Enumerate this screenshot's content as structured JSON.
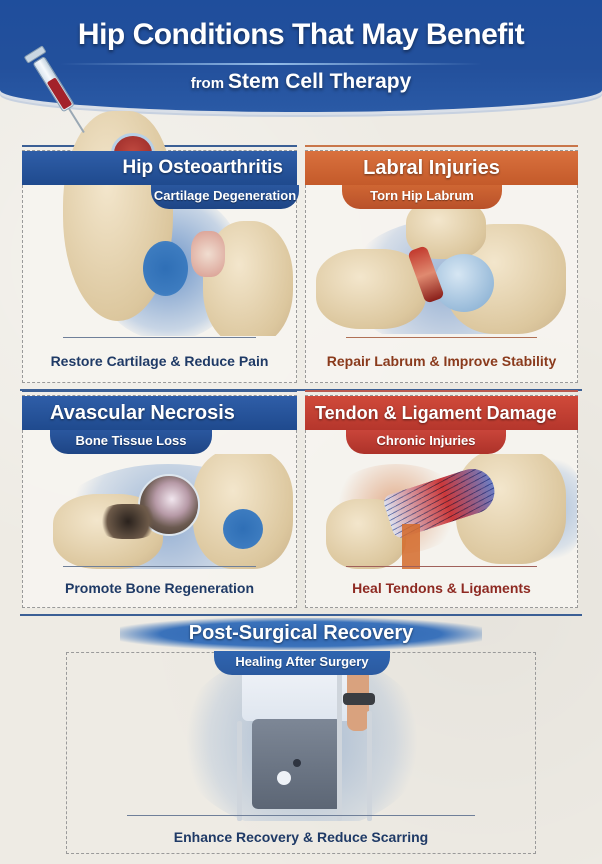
{
  "header": {
    "title": "Hip Conditions That May Benefit",
    "subtitle_prefix": "from",
    "subtitle_main": "Stem Cell Therapy",
    "icon": "syringe-icon"
  },
  "colors": {
    "primary_blue": "#23509c",
    "orange": "#c95f2d",
    "red": "#b93a2f",
    "background": "#eeebe4",
    "dark_text_blue": "#1f3a66"
  },
  "conditions": [
    {
      "title": "Hip Osteoarthritis",
      "subtitle": "Cartilage Degeneration",
      "benefit": "Restore Cartilage & Reduce Pain",
      "theme": "blue",
      "illustration": "hip-joint-cartilage-degeneration"
    },
    {
      "title": "Labral Injuries",
      "subtitle": "Torn Hip Labrum",
      "benefit": "Repair Labrum & Improve Stability",
      "theme": "orange",
      "illustration": "hip-joint-torn-labrum"
    },
    {
      "title": "Avascular Necrosis",
      "subtitle": "Bone Tissue Loss",
      "benefit": "Promote Bone Regeneration",
      "theme": "blue",
      "illustration": "femoral-head-bone-loss"
    },
    {
      "title": "Tendon & Ligament Damage",
      "subtitle": "Chronic Injuries",
      "benefit": "Heal Tendons & Ligaments",
      "theme": "red",
      "illustration": "damaged-tendon-ligament"
    },
    {
      "title": "Post-Surgical Recovery",
      "subtitle": "Healing After Surgery",
      "benefit": "Enhance Recovery & Reduce Scarring",
      "theme": "blue",
      "illustration": "patient-on-crutches"
    }
  ]
}
